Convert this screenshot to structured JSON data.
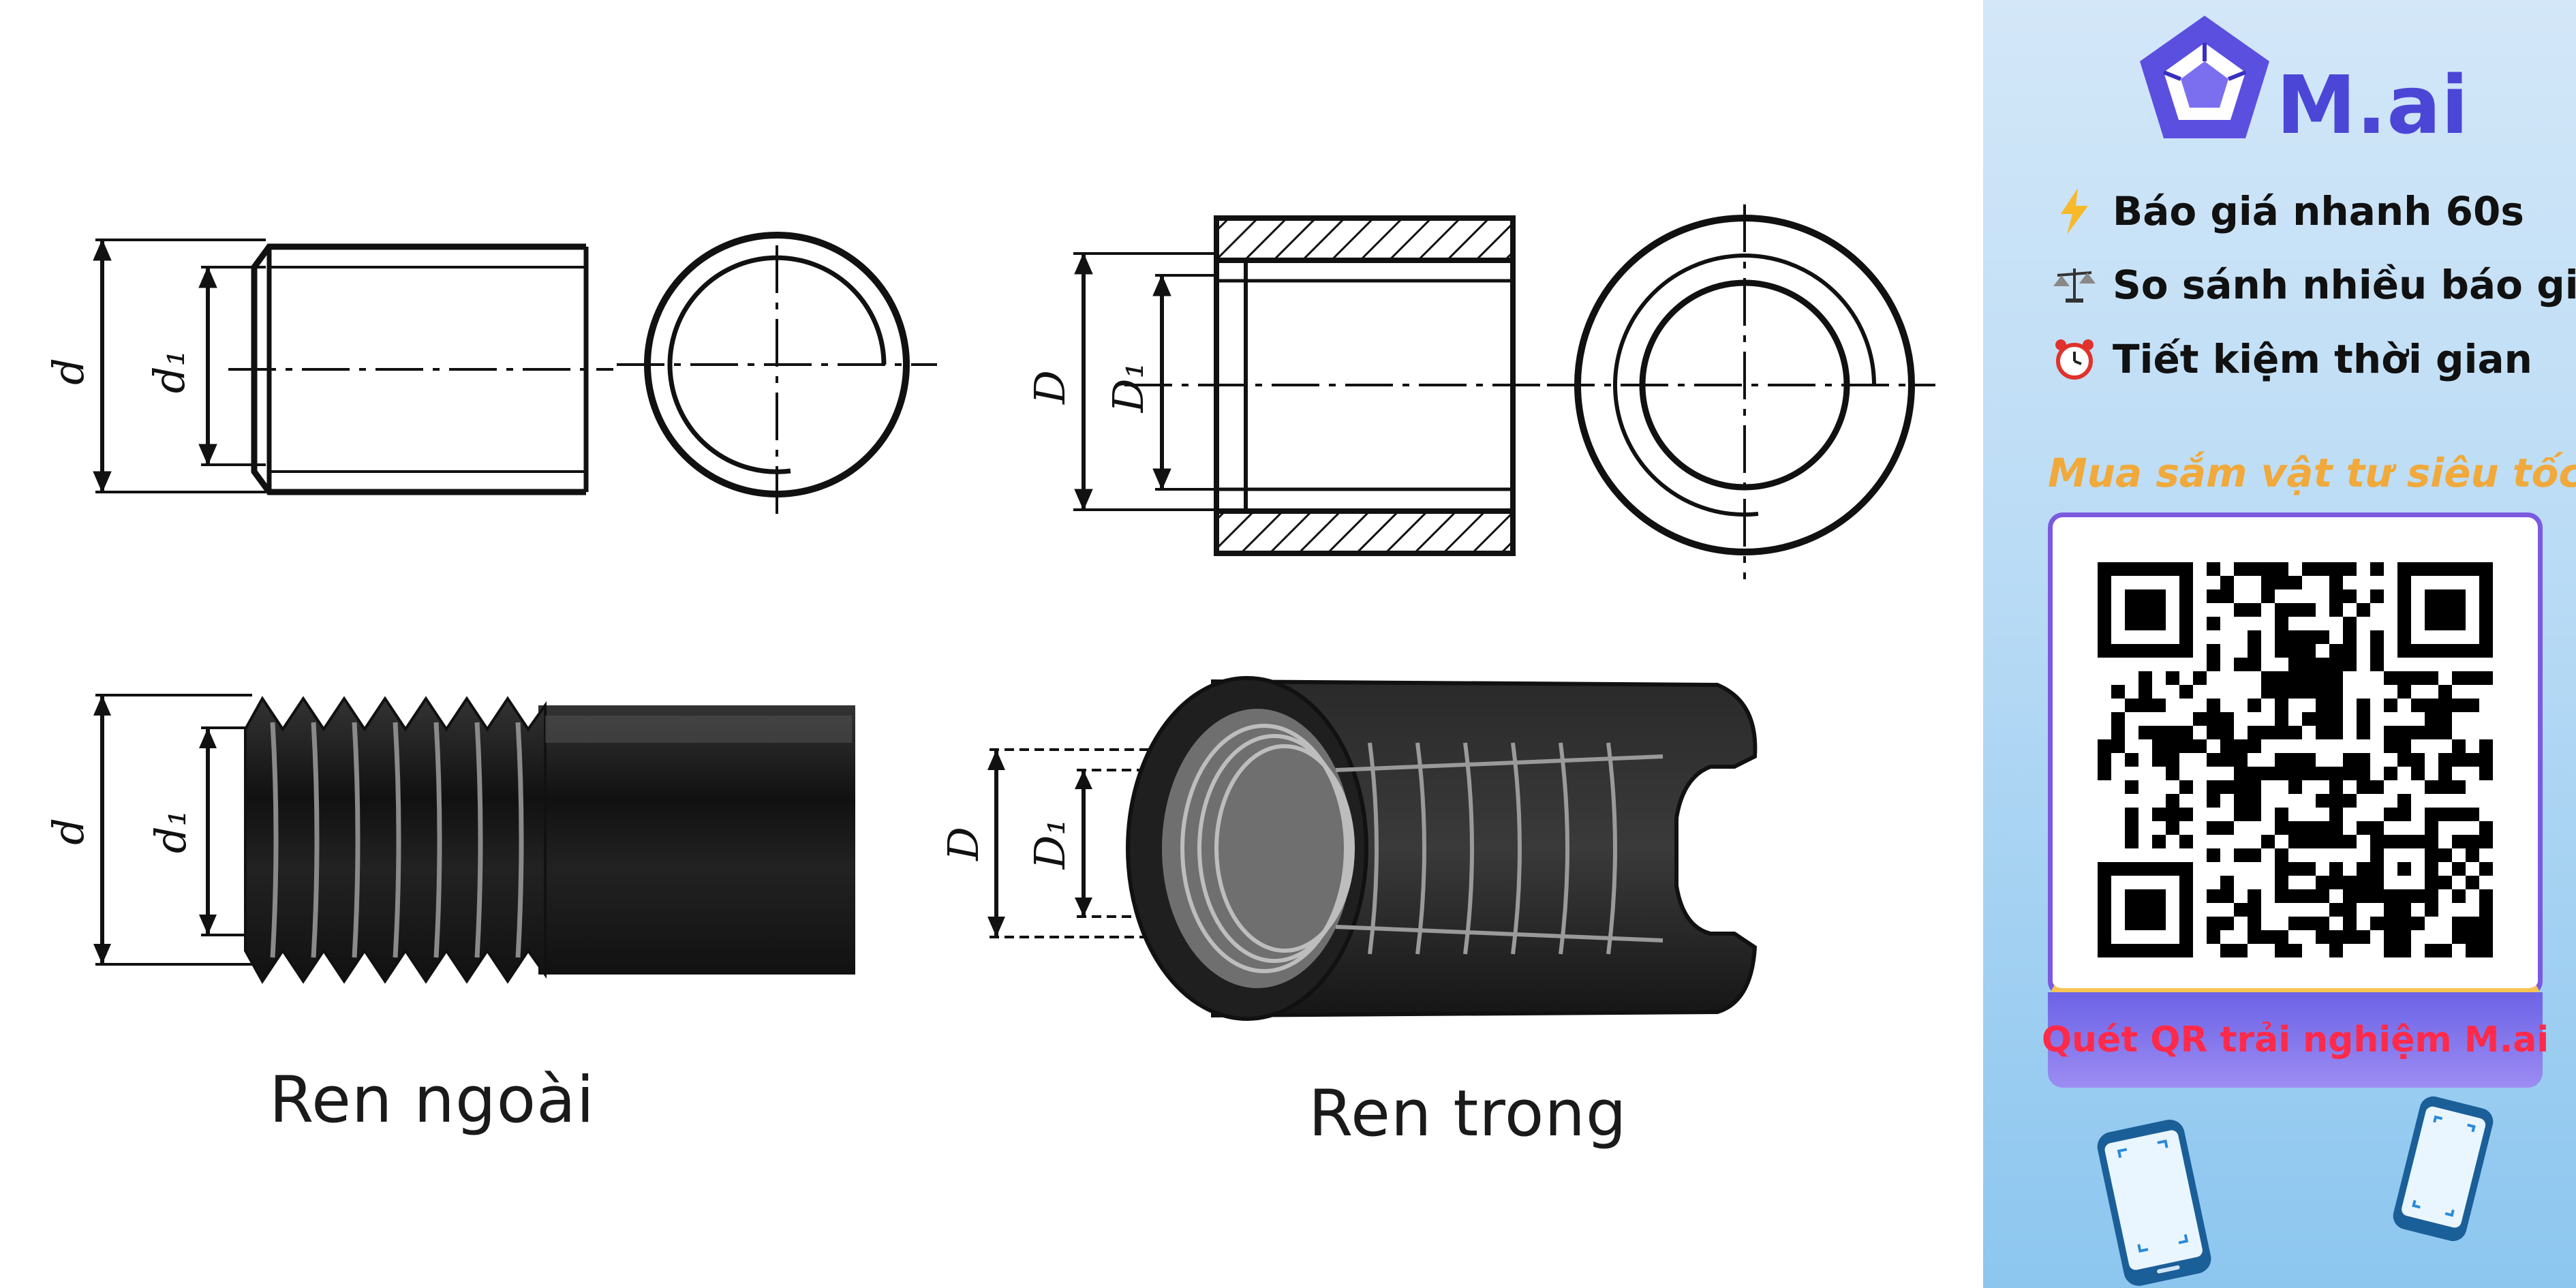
{
  "diagram": {
    "captions": {
      "external": "Ren ngoài",
      "internal": "Ren trong"
    },
    "dimension_labels": {
      "major_external": "d",
      "minor_external": "d₁",
      "major_internal": "D",
      "minor_internal": "D₁"
    }
  },
  "panel": {
    "brand": "M.ai",
    "features": [
      {
        "icon": "lightning-icon",
        "label": "Báo giá nhanh 60s"
      },
      {
        "icon": "scale-icon",
        "label": "So sánh nhiều báo giá"
      },
      {
        "icon": "alarm-clock-icon",
        "label": "Tiết kiệm thời gian"
      }
    ],
    "tagline": "Mua sắm vật tư siêu tốc",
    "cta": "Quét QR trải nghiệm M.ai",
    "colors": {
      "brand": "#4b46d6",
      "tagline": "#f0a93a",
      "cta_text": "#ff2a4a",
      "card_border": "#7b5ae0"
    }
  }
}
